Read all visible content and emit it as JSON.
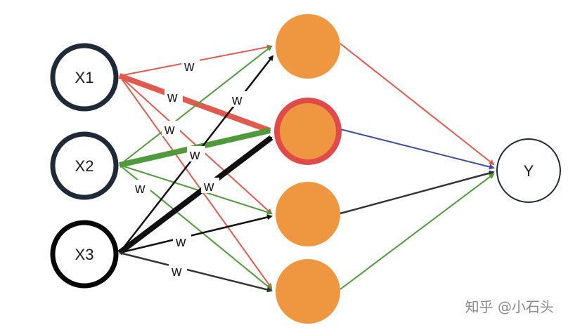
{
  "diagram": {
    "inputs": [
      "X1",
      "X2",
      "X3"
    ],
    "output": "Y",
    "hidden_count": 4,
    "highlighted_hidden": 2,
    "weight_label": "w",
    "watermark": "知乎 @小石头"
  },
  "colors": {
    "red": "#e05a4e",
    "green": "#4f9a3a",
    "black": "#111111",
    "dark_gray": "#333333",
    "blue": "#3b4fa0",
    "hidden_fill": "#ee9640",
    "highlight_ring": "#e04a4a",
    "input_ring": "#1f2a36"
  }
}
